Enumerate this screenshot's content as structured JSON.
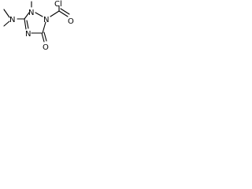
{
  "molecule": {
    "atoms": {
      "n_dimethylamino": "N",
      "n_ring_methyl": "N",
      "n_ring_carbonyl": "N",
      "n_ring_imine": "N",
      "o_ring_carbonyl": "O",
      "o_acyl": "O",
      "cl": "Cl"
    }
  }
}
